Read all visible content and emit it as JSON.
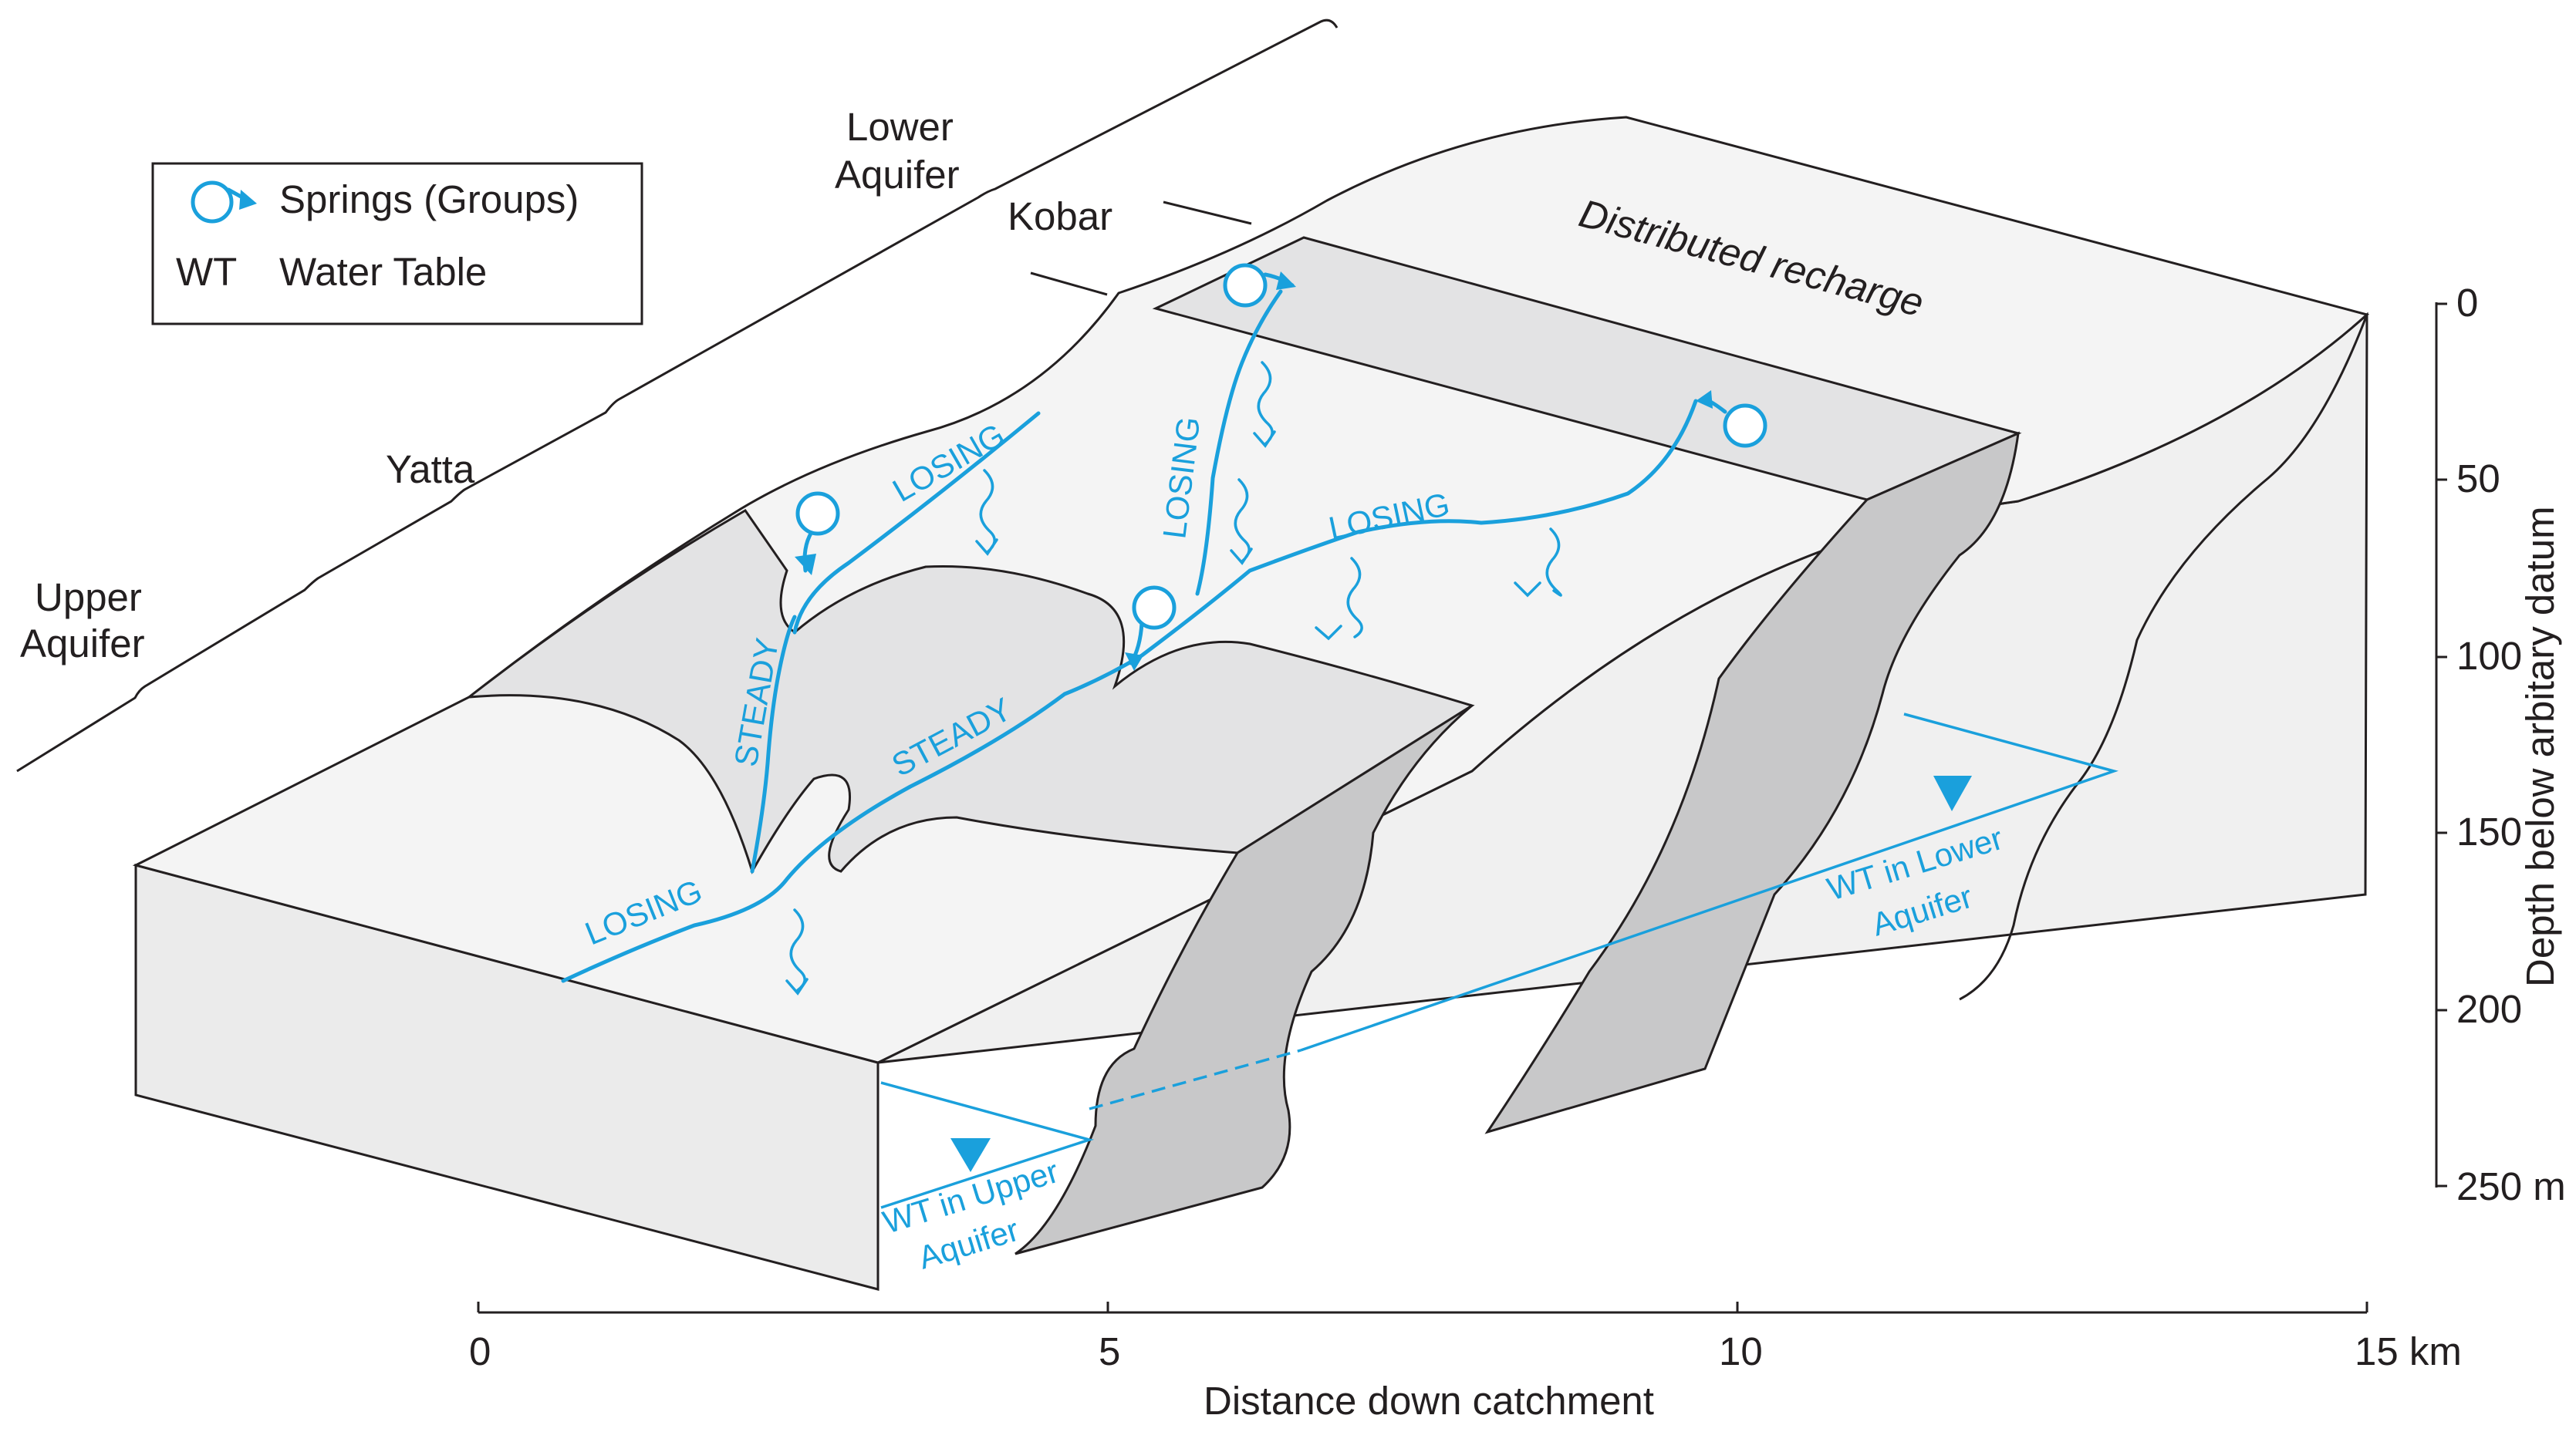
{
  "legend": {
    "springs_label": "Springs (Groups)",
    "wt_abbrev": "WT",
    "wt_label": "Water Table"
  },
  "formations": {
    "upper_aquifer": [
      "Upper",
      "Aquifer"
    ],
    "yatta": "Yatta",
    "lower_aquifer": [
      "Lower",
      "Aquifer"
    ],
    "kobar": "Kobar"
  },
  "surface_labels": {
    "distributed_recharge": "Distributed recharge",
    "losing": "LOSING",
    "steady": "STEADY"
  },
  "water_tables": {
    "upper": [
      "WT in Upper",
      "Aquifer"
    ],
    "lower": [
      "WT in Lower",
      "Aquifer"
    ]
  },
  "x_axis": {
    "title": "Distance down catchment",
    "ticks": [
      "0",
      "5",
      "10",
      "15 km"
    ]
  },
  "y_axis": {
    "title": "Depth below arbitary datum",
    "ticks": [
      "0",
      "50",
      "100",
      "150",
      "200",
      "250 m"
    ]
  },
  "colors": {
    "water": "#1aa0dc",
    "ink": "#231f20",
    "surface": "#f4f4f4",
    "band": "#e3e3e4",
    "dark_band": "#c8c8c9"
  }
}
